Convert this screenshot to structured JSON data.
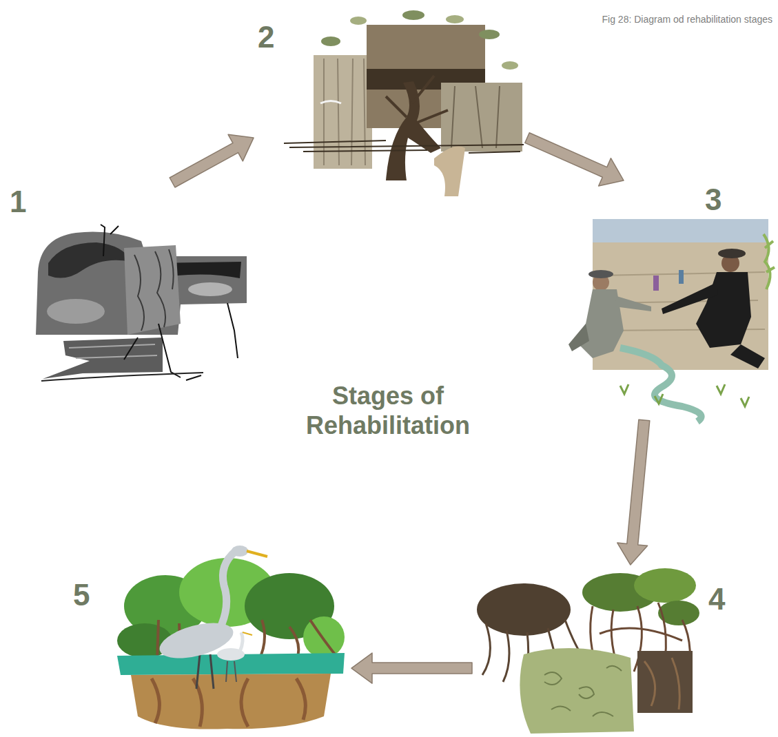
{
  "diagram": {
    "title": "Stages of Rehabilitation",
    "caption": "Fig 28: Diagram od rehabilitation stages",
    "nodes": [
      {
        "text": [
          "1"
        ]
      },
      {
        "text": [
          "2"
        ]
      },
      {
        "text": [
          "3"
        ]
      },
      {
        "text": [
          "4"
        ]
      },
      {
        "text": [
          "5"
        ]
      }
    ],
    "edges": [
      {
        "from": 0,
        "to": 1,
        "arrow": "to"
      },
      {
        "from": 1,
        "to": 2,
        "arrow": "to"
      },
      {
        "from": 2,
        "to": 3,
        "arrow": "to"
      },
      {
        "from": 3,
        "to": 4,
        "arrow": "to"
      }
    ]
  }
}
